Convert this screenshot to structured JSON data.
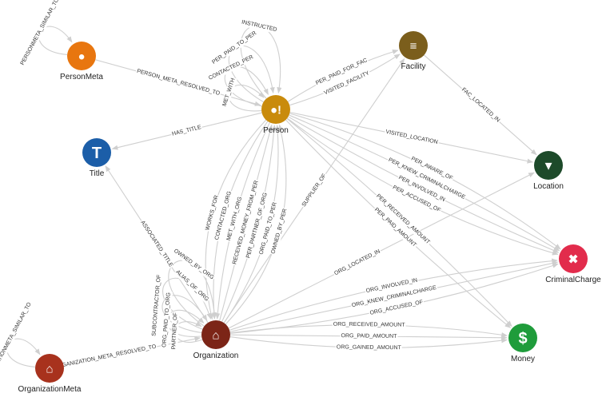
{
  "nodes": [
    {
      "id": "PersonMeta",
      "label": "PersonMeta",
      "color": "#e8760f",
      "icon": "person-icon"
    },
    {
      "id": "Facility",
      "label": "Facility",
      "color": "#7b5e1c",
      "icon": "bridge-icon"
    },
    {
      "id": "Person",
      "label": "Person",
      "color": "#c98b0c",
      "icon": "person-alert-icon"
    },
    {
      "id": "Title",
      "label": "Title",
      "color": "#1c5ea8",
      "icon": "title-t-icon"
    },
    {
      "id": "Location",
      "label": "Location",
      "color": "#1d4a2a",
      "icon": "location-pin-icon"
    },
    {
      "id": "CriminalCharge",
      "label": "CriminalCharge",
      "color": "#e22c4c",
      "icon": "criminal-charge-icon"
    },
    {
      "id": "Money",
      "label": "Money",
      "color": "#1f9c3b",
      "icon": "dollar-icon"
    },
    {
      "id": "Organization",
      "label": "Organization",
      "color": "#7c2517",
      "icon": "bank-icon"
    },
    {
      "id": "OrganizationMeta",
      "label": "OrganizationMeta",
      "color": "#a8321d",
      "icon": "bank-icon"
    }
  ],
  "edges": [
    {
      "s": "PersonMeta",
      "t": "PersonMeta",
      "label": "PERSONMETA_SIMILAR_TO"
    },
    {
      "s": "PersonMeta",
      "t": "Person",
      "label": "PERSON_META_RESOLVED_TO"
    },
    {
      "s": "Person",
      "t": "Person",
      "label": "MET_WITH"
    },
    {
      "s": "Person",
      "t": "Person",
      "label": "CONTACTED_PER"
    },
    {
      "s": "Person",
      "t": "Person",
      "label": "PER_PAID_TO_PER"
    },
    {
      "s": "Person",
      "t": "Person",
      "label": "INSTRUCTED"
    },
    {
      "s": "Person",
      "t": "Facility",
      "label": "VISITED_FACILITY"
    },
    {
      "s": "Person",
      "t": "Facility",
      "label": "PER_PAID_FOR_FAC"
    },
    {
      "s": "Facility",
      "t": "Location",
      "label": "FAC_LOCATED_IN"
    },
    {
      "s": "Person",
      "t": "Title",
      "label": "HAS_TITLE"
    },
    {
      "s": "Person",
      "t": "Location",
      "label": "VISITED_LOCATION"
    },
    {
      "s": "Person",
      "t": "CriminalCharge",
      "label": "PER_ACCUSED_OF"
    },
    {
      "s": "Person",
      "t": "CriminalCharge",
      "label": "PER_INVOLVED_IN"
    },
    {
      "s": "Person",
      "t": "CriminalCharge",
      "label": "PER_KNEW_CRIMINALCHARGE"
    },
    {
      "s": "Person",
      "t": "CriminalCharge",
      "label": "PER_AWARE_OF"
    },
    {
      "s": "Person",
      "t": "Money",
      "label": "PER_PAID_AMOUNT"
    },
    {
      "s": "Person",
      "t": "Money",
      "label": "PER_RECEIVED_AMOUNT"
    },
    {
      "s": "Person",
      "t": "Organization",
      "label": "WORKS_FOR"
    },
    {
      "s": "Person",
      "t": "Organization",
      "label": "CONTACTED_ORG"
    },
    {
      "s": "Person",
      "t": "Organization",
      "label": "MET_WITH_ORG"
    },
    {
      "s": "Organization",
      "t": "Person",
      "label": "RECEIVED_MONEY_FROM_PER"
    },
    {
      "s": "Organization",
      "t": "Person",
      "label": "PER_PARTNER_OF_ORG"
    },
    {
      "s": "Organization",
      "t": "Person",
      "label": "ORG_PAID_TO_PER"
    },
    {
      "s": "Organization",
      "t": "Person",
      "label": "OWNED_BY_PER"
    },
    {
      "s": "Organization",
      "t": "Facility",
      "label": "SUPPLIER_OF"
    },
    {
      "s": "Organization",
      "t": "Title",
      "label": "ASSOCIATED_TITLE"
    },
    {
      "s": "Organization",
      "t": "Location",
      "label": "ORG_LOCATED_IN"
    },
    {
      "s": "Organization",
      "t": "CriminalCharge",
      "label": "ORG_ACCUSED_OF"
    },
    {
      "s": "Organization",
      "t": "CriminalCharge",
      "label": "ORG_KNEW_CRIMINALCHARGE"
    },
    {
      "s": "Organization",
      "t": "CriminalCharge",
      "label": "ORG_INVOLVED_IN"
    },
    {
      "s": "Organization",
      "t": "Money",
      "label": "ORG_GAINED_AMOUNT"
    },
    {
      "s": "Organization",
      "t": "Money",
      "label": "ORG_PAID_AMOUNT"
    },
    {
      "s": "Organization",
      "t": "Money",
      "label": "ORG_RECEIVED_AMOUNT"
    },
    {
      "s": "Organization",
      "t": "Organization",
      "label": "PARTNER_OF"
    },
    {
      "s": "Organization",
      "t": "Organization",
      "label": "ORG_PAID_TO_ORG"
    },
    {
      "s": "Organization",
      "t": "Organization",
      "label": "SUBCONTRACTOR_OF"
    },
    {
      "s": "Organization",
      "t": "Organization",
      "label": "ALIAS_OF_ORG"
    },
    {
      "s": "Organization",
      "t": "Organization",
      "label": "OWNED_BY_ORG"
    },
    {
      "s": "OrganizationMeta",
      "t": "OrganizationMeta",
      "label": "ORGANIZATIONMETA_SIMILAR_TO"
    },
    {
      "s": "OrganizationMeta",
      "t": "Organization",
      "label": "ORGANIZATION_META_RESOLVED_TO"
    }
  ]
}
